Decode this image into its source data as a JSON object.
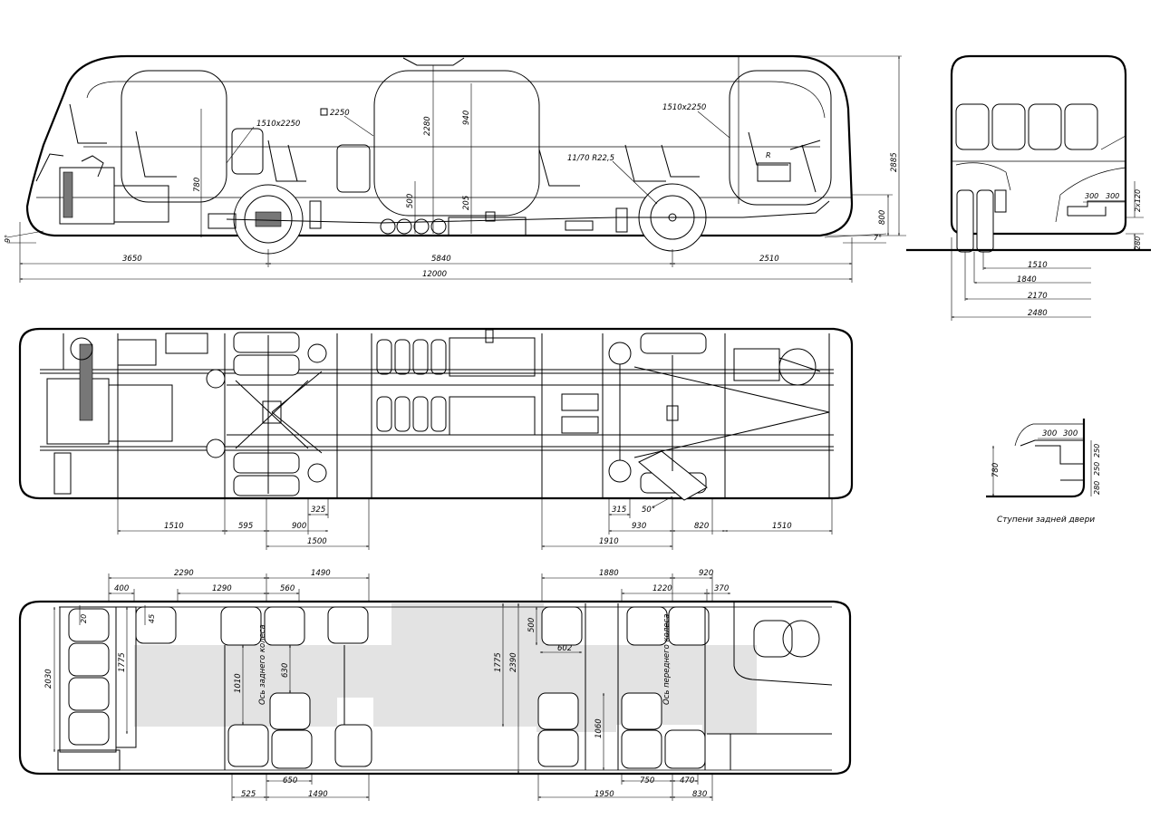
{
  "side_view": {
    "door_rear": "1510x2250",
    "door_middle": "2250",
    "door_front": "1510x2250",
    "tire": "11/70 R22,5",
    "seat_marker": "R",
    "dims": {
      "floor_step": "780",
      "ground_clear": "500",
      "axle_h": "205",
      "door_h": "2280",
      "window_h": "940",
      "front_floor": "800",
      "overall_h": "2885",
      "rear_angle": "9°",
      "front_angle": "7°",
      "rear_overhang": "3650",
      "wheelbase": "5840",
      "front_overhang": "2510",
      "overall_len": "12000"
    }
  },
  "rear_view": {
    "dims": {
      "step_a": "300",
      "step_b": "300",
      "step_h": "2x120",
      "floor_h": "280",
      "track1": "1510",
      "track2": "1840",
      "track3": "2170",
      "width": "2480"
    }
  },
  "chassis_view": {
    "angle": "50°",
    "dims": {
      "d1510a": "1510",
      "d595": "595",
      "d900": "900",
      "d325": "325",
      "d1500": "1500",
      "d1910": "1910",
      "d315": "315",
      "d930": "930",
      "d820": "820",
      "d1510b": "1510"
    }
  },
  "step_detail": {
    "dims": {
      "w1": "300",
      "w2": "300",
      "h1": "250",
      "h2": "250",
      "h3": "280",
      "total": "780"
    },
    "caption": "Ступени задней двери"
  },
  "plan_view": {
    "label_rear_axle": "Ось заднего колеса",
    "label_front_axle": "Ось переднего колеса",
    "dims": {
      "t2290": "2290",
      "t400": "400",
      "t1290": "1290",
      "t560": "560",
      "t1490": "1490",
      "t1880": "1880",
      "t920": "920",
      "t1220": "1220",
      "t370": "370",
      "v20": "20",
      "v45": "45",
      "v2030": "2030",
      "v1775a": "1775",
      "v1010": "1010",
      "v630": "630",
      "v1775b": "1775",
      "v2390": "2390",
      "v500": "500",
      "h602": "602",
      "v1060": "1060",
      "b650": "650",
      "b525": "525",
      "b1490": "1490",
      "b750": "750",
      "b470": "470",
      "b1950": "1950",
      "b830": "830"
    }
  }
}
